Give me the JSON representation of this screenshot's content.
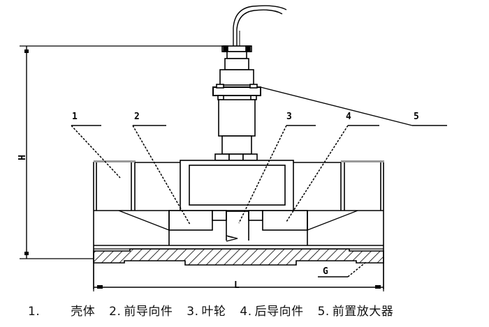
{
  "diagram": {
    "type": "technical-drawing",
    "subject": "turbine flow sensor cross-section",
    "dimensions": {
      "height_label": "H",
      "length_label": "L",
      "thread_label": "G"
    },
    "callouts": [
      {
        "id": "1",
        "label": "1"
      },
      {
        "id": "2",
        "label": "2"
      },
      {
        "id": "3",
        "label": "3"
      },
      {
        "id": "4",
        "label": "4"
      },
      {
        "id": "5",
        "label": "5"
      }
    ],
    "colors": {
      "line": "#000000",
      "background": "#ffffff"
    }
  },
  "legend": {
    "items": [
      {
        "num": "1.",
        "text": "壳体"
      },
      {
        "num": "2.",
        "text": "前导向件"
      },
      {
        "num": "3.",
        "text": "叶轮"
      },
      {
        "num": "4.",
        "text": "后导向件"
      },
      {
        "num": "5.",
        "text": "前置放大器"
      }
    ]
  }
}
